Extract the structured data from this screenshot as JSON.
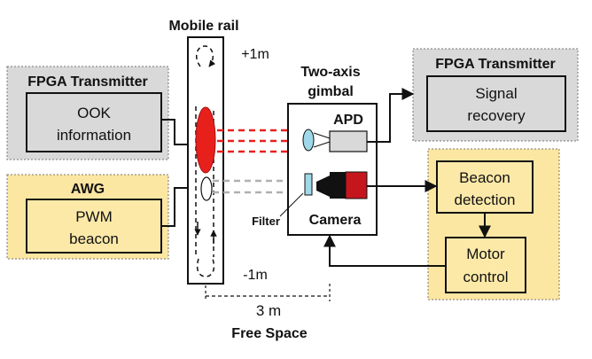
{
  "left_top_group": {
    "title": "FPGA Transmitter",
    "box_line1": "OOK",
    "box_line2": "information"
  },
  "left_bottom_group": {
    "title": "AWG",
    "box_line1": "PWM",
    "box_line2": "beacon"
  },
  "rail": {
    "title": "Mobile rail",
    "top_label": "+1m",
    "bottom_label": "-1m"
  },
  "gimbal": {
    "title_line1": "Two-axis",
    "title_line2": "gimbal",
    "apd_label": "APD",
    "camera_label": "Camera",
    "filter_label": "Filter"
  },
  "right_top_group": {
    "title": "FPGA Transmitter",
    "box_line1": "Signal",
    "box_line2": "recovery"
  },
  "right_bottom_group": {
    "box1_line1": "Beacon",
    "box1_line2": "detection",
    "box2_line1": "Motor",
    "box2_line2": "control"
  },
  "distance": {
    "value": "3 m",
    "caption": "Free Space"
  },
  "colors": {
    "gray_fill": "#d9d9d9",
    "yellow_fill": "#fbe6a2",
    "inner_yellow": "#fce9a8",
    "red": "#e8201c",
    "dark_red": "#c4161c",
    "cyan": "#9fd8e8",
    "black": "#111111"
  }
}
